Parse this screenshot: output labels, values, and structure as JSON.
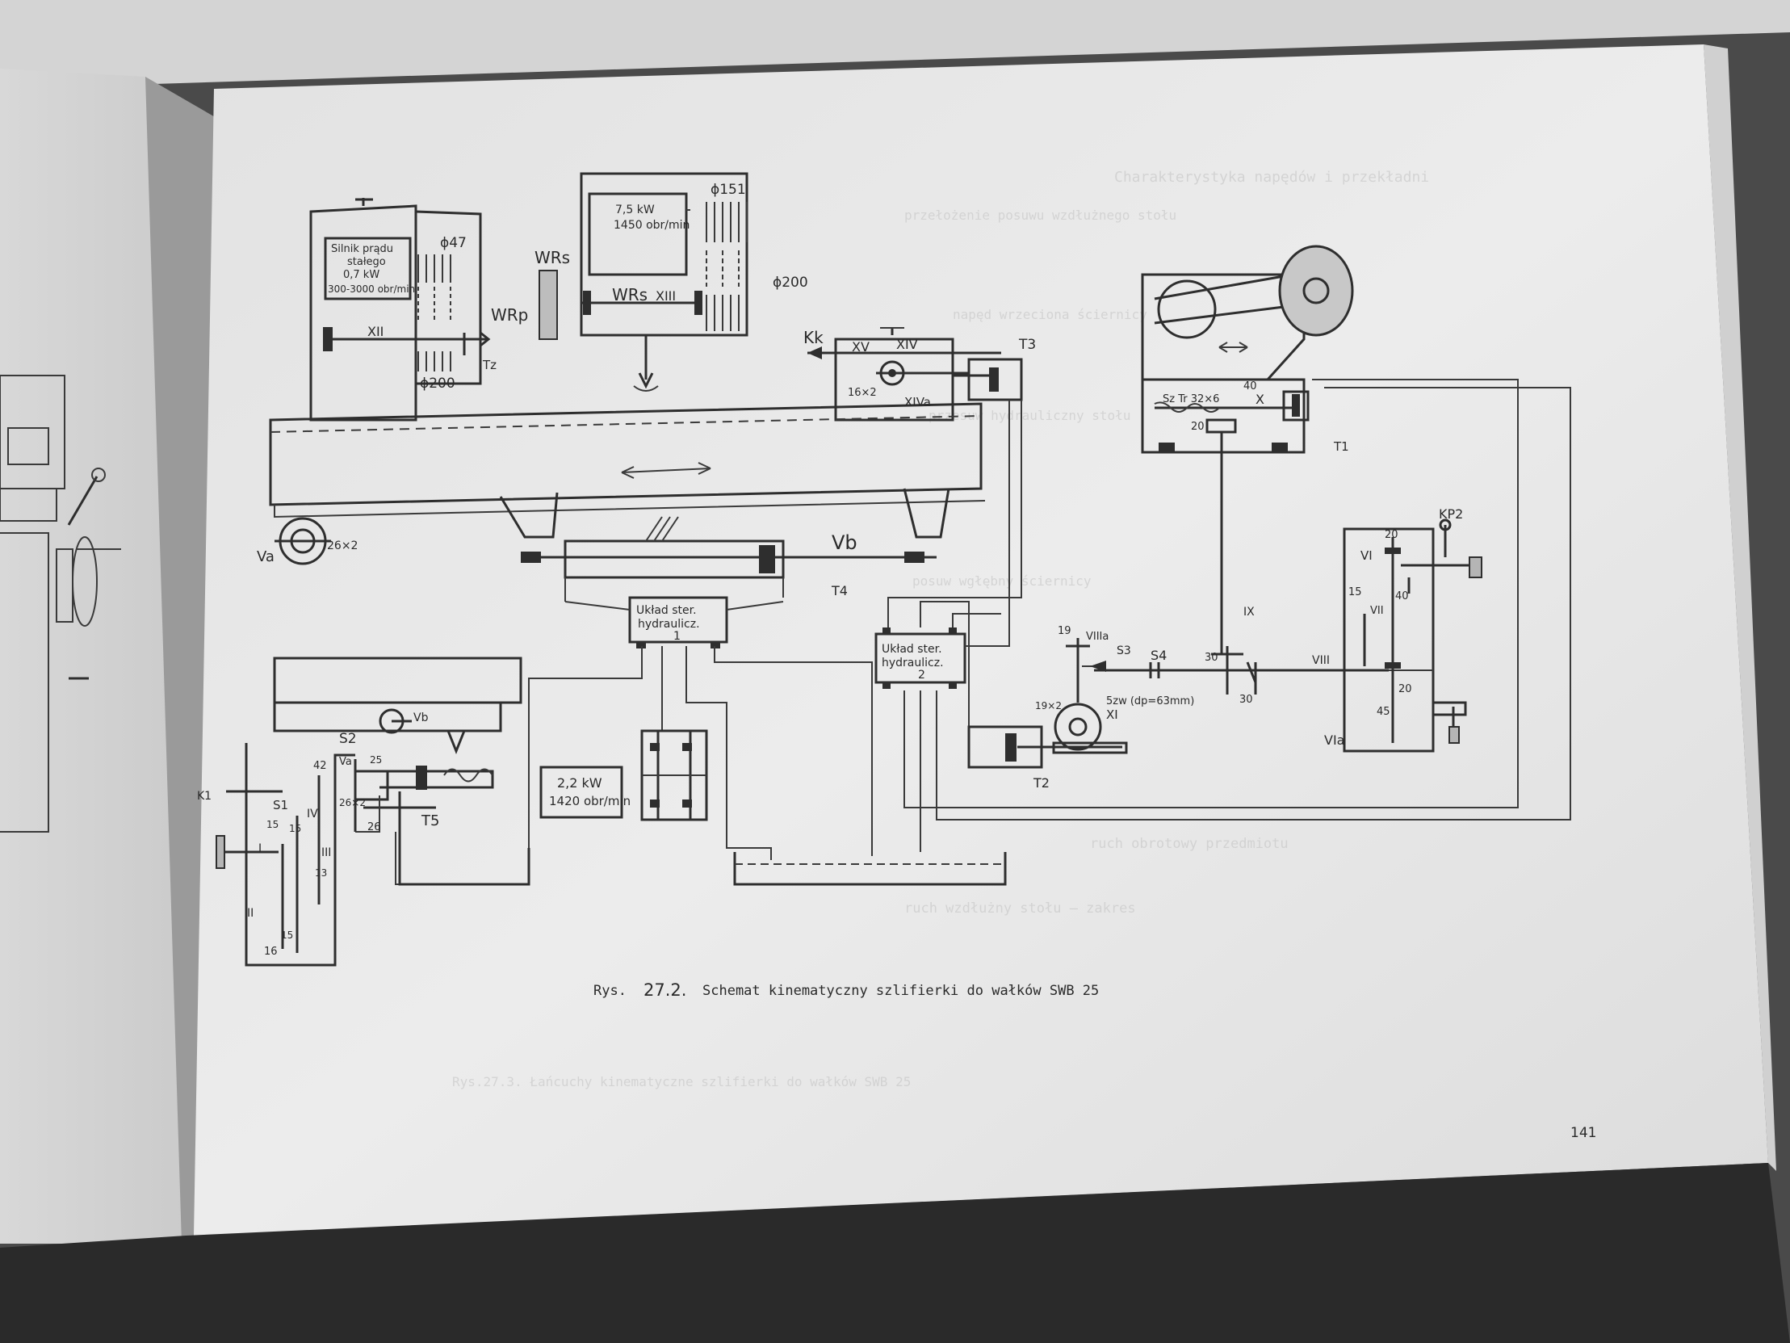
{
  "caption": {
    "prefix": "Rys.",
    "number": "27.2.",
    "text": "Schemat kinematyczny szlifierki do wałków SWB 25"
  },
  "page_number": "141",
  "labels": {
    "motor_main_l1": "Silnik prądu",
    "motor_main_l2": "stałego",
    "motor_main_l3": "0,7 kW",
    "motor_main_l4": "300-3000 obr/min",
    "d47": "ϕ47",
    "d200a": "ϕ200",
    "shaft_xii": "XII",
    "wrp": "WRp",
    "tz": "Tz",
    "wrs_top": "WRs",
    "wrs_mid": "WRs",
    "shaft_xiii": "XIII",
    "motor_grind_power": "7,5 kW",
    "motor_grind_speed": "1450 obr/min",
    "d151": "ϕ151",
    "d200b": "ϕ200",
    "kk": "Kk",
    "shaft_xv": "XV",
    "shaft_xiv": "XIV",
    "gear_16x2": "16×2",
    "shaft_xiva": "XIVa",
    "t3": "T3",
    "va": "Va",
    "gear_26x2a": "26×2",
    "vb": "Vb",
    "t4": "T4",
    "hyd1_l1": "Układ ster.",
    "hyd1_l2": "hydraulicz.",
    "hyd1_l3": "1",
    "hyd2_l1": "Układ ster.",
    "hyd2_l2": "hydraulicz.",
    "hyd2_l3": "2",
    "pump_power": "2,2 kW",
    "pump_speed": "1420 obr/min",
    "screw": "Sz Tr 32×6",
    "n40a": "40",
    "shaft_x": "X",
    "n20a": "20",
    "t1": "T1",
    "kp2": "KP2",
    "shaft_vi": "VI",
    "n20b": "20",
    "n15a": "15",
    "shaft_vii": "VII",
    "n40b": "40",
    "shaft_ix": "IX",
    "n19": "19",
    "shaft_viiia": "VIIIa",
    "s3": "S3",
    "s4": "S4",
    "n30a": "30",
    "shaft_viii": "VIII",
    "n30b": "30",
    "n20c": "20",
    "n45": "45",
    "shaft_via": "VIa",
    "worm_19x2": "19×2",
    "worm_5zw": "5zw (dp=63mm)",
    "shaft_xi": "XI",
    "t2": "T2",
    "vb_small": "Vb",
    "s2": "S2",
    "n42": "42",
    "va_small": "Va",
    "gear_26x2b": "26×2",
    "n25": "25",
    "n26": "26",
    "t5": "T5",
    "k1": "K1",
    "s1": "S1",
    "n15b": "15",
    "n15c": "15",
    "shaft_iv": "IV",
    "shaft_iii": "III",
    "n13": "13",
    "shaft_ii": "II",
    "shaft_i": "I",
    "n15d": "15",
    "n16": "16"
  },
  "colors": {
    "paper": "#e9e9e9",
    "ink": "#2e2e2e",
    "background": "#3a3a3a"
  }
}
